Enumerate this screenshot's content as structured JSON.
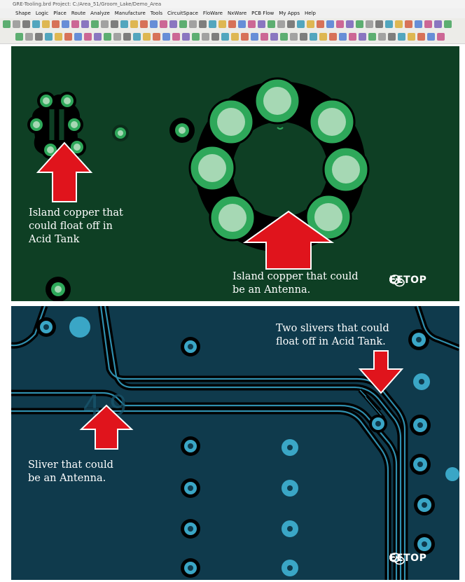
{
  "window": {
    "title": "GRE-Tooling.brd  Project: C:/Area_51/Groom_Lake/Demo_Area"
  },
  "menu": [
    "Shape",
    "Logic",
    "Place",
    "Route",
    "Analyze",
    "Manufacture",
    "Tools",
    "CircuitSpace",
    "FloWare",
    "NxWare",
    "PCB Flow",
    "My Apps",
    "Help"
  ],
  "captions": {
    "island_float": "Island copper that\ncould float off in\nAcid Tank",
    "island_antenna": "Island copper that could\nbe an Antenna.",
    "two_slivers": "Two slivers that could\nfloat off in Acid Tank.",
    "sliver_antenna": "Sliver that could\nbe an Antenna."
  },
  "watermark": {
    "text": "EETOP"
  },
  "colors": {
    "top_board": "#0e3f24",
    "bottom_board": "#0f3a4c",
    "arrow": "#e0141c",
    "pad_green": "#2ea85a",
    "pad_light": "#a6d8b4",
    "pad_cyan": "#3aa6c6"
  }
}
